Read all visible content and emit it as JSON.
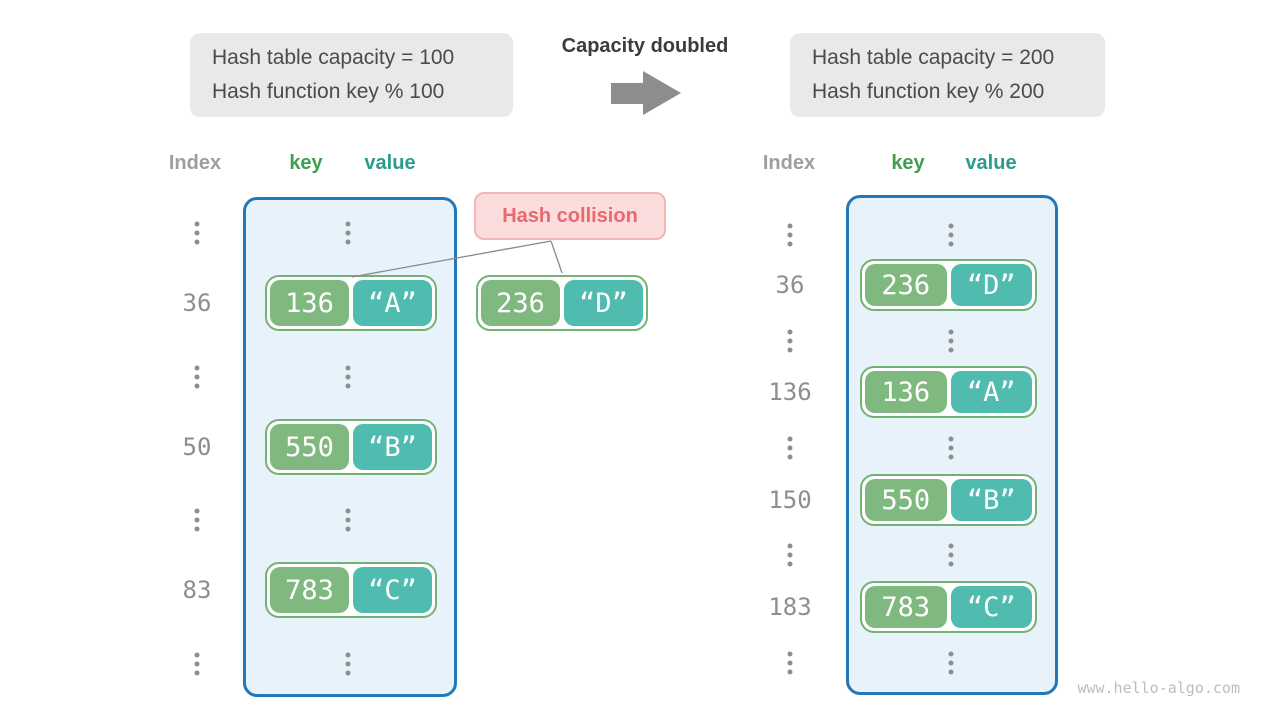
{
  "colors": {
    "note-fill": "#e9e9e9",
    "note-text": "#4b4b4b",
    "title-dark": "#3c3c3c",
    "arrow-gray": "#8d8d8d",
    "header-gray": "#9e9e9e",
    "header-key-green": "#3f9e4f",
    "header-value-teal": "#2c9b8c",
    "index-gray": "#8e8e8e",
    "bucket-fill": "#e7f2fa",
    "bucket-border": "#2278b8",
    "key-green": "#80b980",
    "pair-border-green": "#74b274",
    "value-teal": "#4fbcaf",
    "collision-fill": "#fbdddd",
    "collision-border": "#f5b5b5",
    "collision-text": "#ea686f",
    "connector-gray": "#8a8a8a",
    "watermark-gray": "#bdbdbd"
  },
  "before_note": {
    "line1": "Hash table capacity = 100",
    "line2": "Hash function key % 100"
  },
  "transition": {
    "label": "Capacity doubled"
  },
  "after_note": {
    "line1": "Hash table capacity = 200",
    "line2": "Hash function key % 200"
  },
  "collision": {
    "label": "Hash collision"
  },
  "floating_pair": {
    "key": "236",
    "value": "“D”"
  },
  "left_table": {
    "headers": {
      "index": "Index",
      "key": "key",
      "value": "value"
    },
    "rows": [
      {
        "type": "dots"
      },
      {
        "type": "entry",
        "index": "36",
        "key": "136",
        "value": "“A”"
      },
      {
        "type": "dots"
      },
      {
        "type": "entry",
        "index": "50",
        "key": "550",
        "value": "“B”"
      },
      {
        "type": "dots"
      },
      {
        "type": "entry",
        "index": "83",
        "key": "783",
        "value": "“C”"
      },
      {
        "type": "dots"
      }
    ]
  },
  "right_table": {
    "headers": {
      "index": "Index",
      "key": "key",
      "value": "value"
    },
    "rows": [
      {
        "type": "dots"
      },
      {
        "type": "entry",
        "index": "36",
        "key": "236",
        "value": "“D”"
      },
      {
        "type": "dots"
      },
      {
        "type": "entry",
        "index": "136",
        "key": "136",
        "value": "“A”"
      },
      {
        "type": "dots"
      },
      {
        "type": "entry",
        "index": "150",
        "key": "550",
        "value": "“B”"
      },
      {
        "type": "dots"
      },
      {
        "type": "entry",
        "index": "183",
        "key": "783",
        "value": "“C”"
      },
      {
        "type": "dots"
      }
    ]
  },
  "watermark": "www.hello-algo.com"
}
